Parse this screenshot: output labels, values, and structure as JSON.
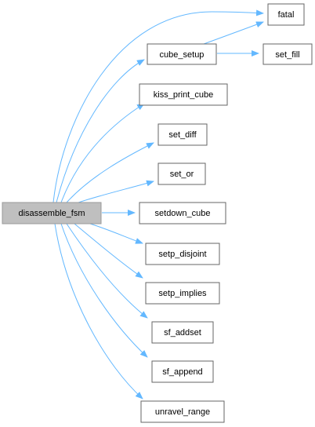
{
  "graph": {
    "edge_color": "#63b8ff",
    "node_fill": "#ffffff",
    "node_stroke": "#666666",
    "root_fill": "#bfbfbf",
    "root_stroke": "#999999",
    "nodes": {
      "root": "disassemble_fsm",
      "fatal": "fatal",
      "cube_setup": "cube_setup",
      "set_fill": "set_fill",
      "kiss_print_cube": "kiss_print_cube",
      "set_diff": "set_diff",
      "set_or": "set_or",
      "setdown_cube": "setdown_cube",
      "setp_disjoint": "setp_disjoint",
      "setp_implies": "setp_implies",
      "sf_addset": "sf_addset",
      "sf_append": "sf_append",
      "unravel_range": "unravel_range"
    },
    "edges": [
      [
        "root",
        "fatal"
      ],
      [
        "root",
        "cube_setup"
      ],
      [
        "root",
        "kiss_print_cube"
      ],
      [
        "root",
        "set_diff"
      ],
      [
        "root",
        "set_or"
      ],
      [
        "root",
        "setdown_cube"
      ],
      [
        "root",
        "setp_disjoint"
      ],
      [
        "root",
        "setp_implies"
      ],
      [
        "root",
        "sf_addset"
      ],
      [
        "root",
        "sf_append"
      ],
      [
        "root",
        "unravel_range"
      ],
      [
        "cube_setup",
        "fatal"
      ],
      [
        "cube_setup",
        "set_fill"
      ]
    ]
  }
}
